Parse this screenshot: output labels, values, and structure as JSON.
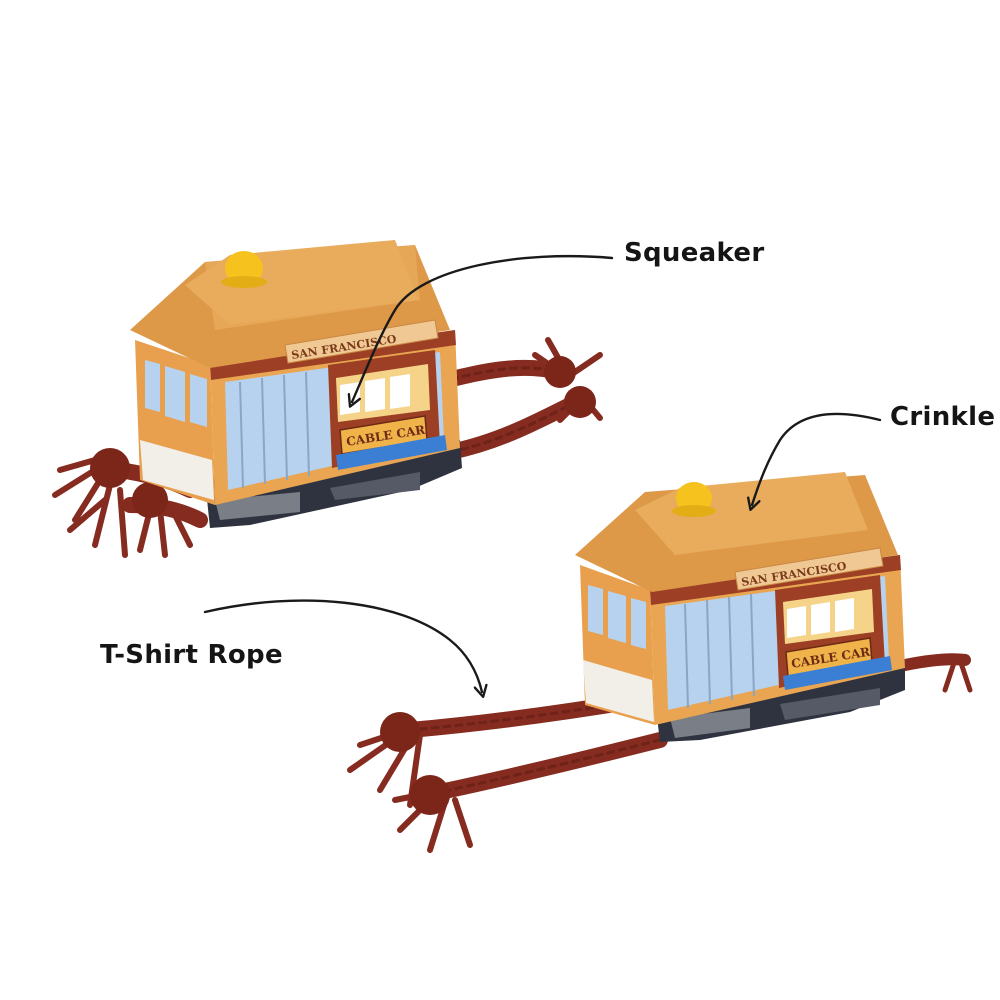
{
  "callouts": {
    "squeaker": "Squeaker",
    "crinkle": "Crinkle",
    "rope": "T-Shirt Rope"
  },
  "toy_print": {
    "top_sign": "SAN FRANCISCO",
    "side_sign": "CABLE CAR"
  },
  "colors": {
    "body_orange": "#e9a551",
    "roof_orange": "#dd9848",
    "trim_brown": "#9c3f24",
    "window_blue": "#b7d2ee",
    "squeaker_yellow": "#f6c21e",
    "rope_red": "#862b1f",
    "base_dark": "#2f3340",
    "arrow_black": "#1a1a1a"
  }
}
